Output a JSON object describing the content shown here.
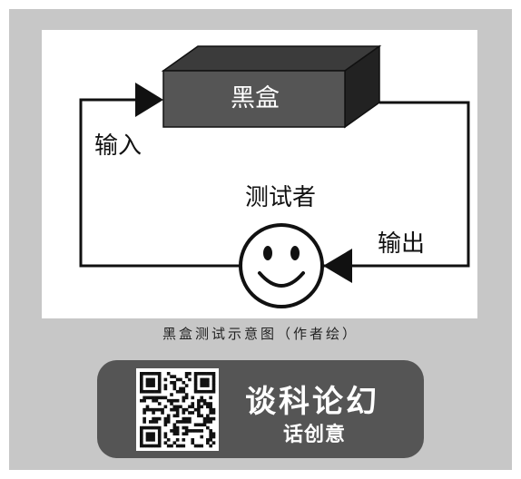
{
  "diagram": {
    "box_label": "黑盒",
    "tester_label": "测试者",
    "input_label": "输入",
    "output_label": "输出",
    "smiley_icon": "smiley-face-icon"
  },
  "caption": "黑盒测试示意图（作者绘）",
  "banner": {
    "title": "谈科论幻",
    "subtitle": "话创意",
    "qr_icon": "qr-code-icon"
  },
  "colors": {
    "frame_bg": "#c7c7c7",
    "box_front": "#555555",
    "banner_bg": "#555555"
  }
}
